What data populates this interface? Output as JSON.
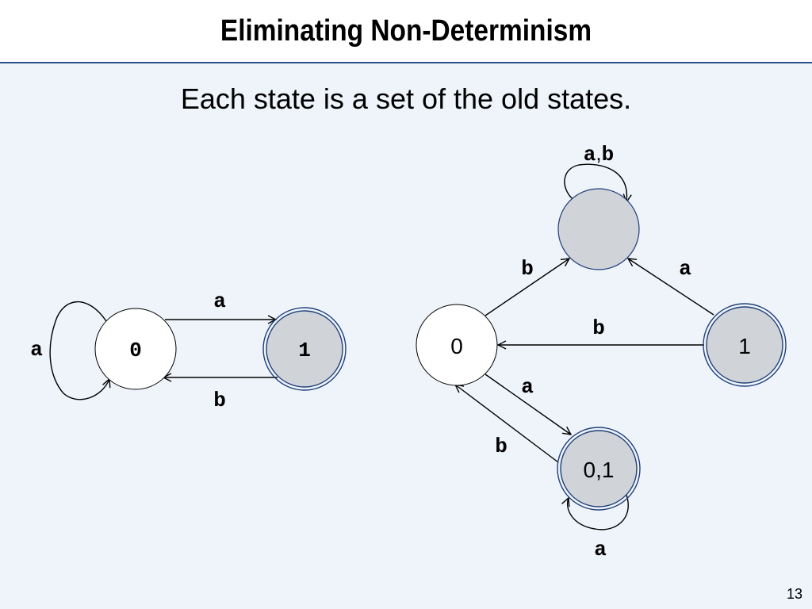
{
  "slide": {
    "title": "Eliminating Non-Determinism",
    "subtitle": "Each state is a set of the old states.",
    "page_number": "13"
  },
  "colors": {
    "background": "#eef4fa",
    "state_fill": "#ffffff",
    "accept_fill": "#d0d3d8",
    "accept_ring": "#1f3f7a",
    "edge": "#000000",
    "rule": "#2a4f8a"
  },
  "nfa": {
    "states": {
      "q0": "0",
      "q1": "1"
    },
    "edges": {
      "self_q0": "a",
      "q0_to_q1": "a",
      "q1_to_q0": "b"
    }
  },
  "dfa": {
    "states": {
      "empty": "",
      "s0": "0",
      "s1": "1",
      "s01": "0,1"
    },
    "edges": {
      "self_empty_a": "a",
      "self_empty_comma": ",",
      "self_empty_b": "b",
      "s0_to_empty": "b",
      "s1_to_empty": "a",
      "s1_to_s0": "b",
      "s0_to_s01": "a",
      "s01_to_s0": "b",
      "self_s01": "a"
    }
  }
}
